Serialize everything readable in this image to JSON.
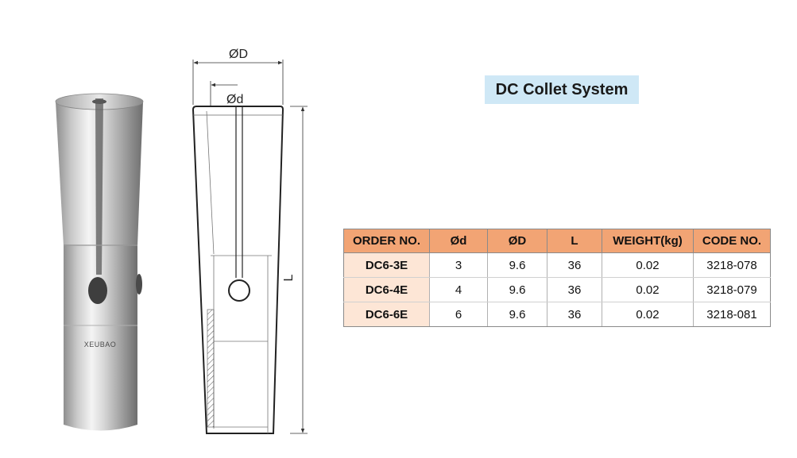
{
  "title": "DC Collet System",
  "drawing": {
    "outer_diameter_label": "ØD",
    "inner_diameter_label": "Ød",
    "length_label": "L"
  },
  "photo": {
    "engraving_text": "XEUBAO"
  },
  "table": {
    "headers": [
      "ORDER NO.",
      "Ød",
      "ØD",
      "L",
      "WEIGHT(kg)",
      "CODE NO."
    ],
    "rows": [
      [
        "DC6-3E",
        "3",
        "9.6",
        "36",
        "0.02",
        "3218-078"
      ],
      [
        "DC6-4E",
        "4",
        "9.6",
        "36",
        "0.02",
        "3218-079"
      ],
      [
        "DC6-6E",
        "6",
        "9.6",
        "36",
        "0.02",
        "3218-081"
      ]
    ]
  },
  "colors": {
    "header_bg": "#f2a474",
    "order_cell_bg": "#fde6d6",
    "title_bg": "#cfe8f6"
  }
}
